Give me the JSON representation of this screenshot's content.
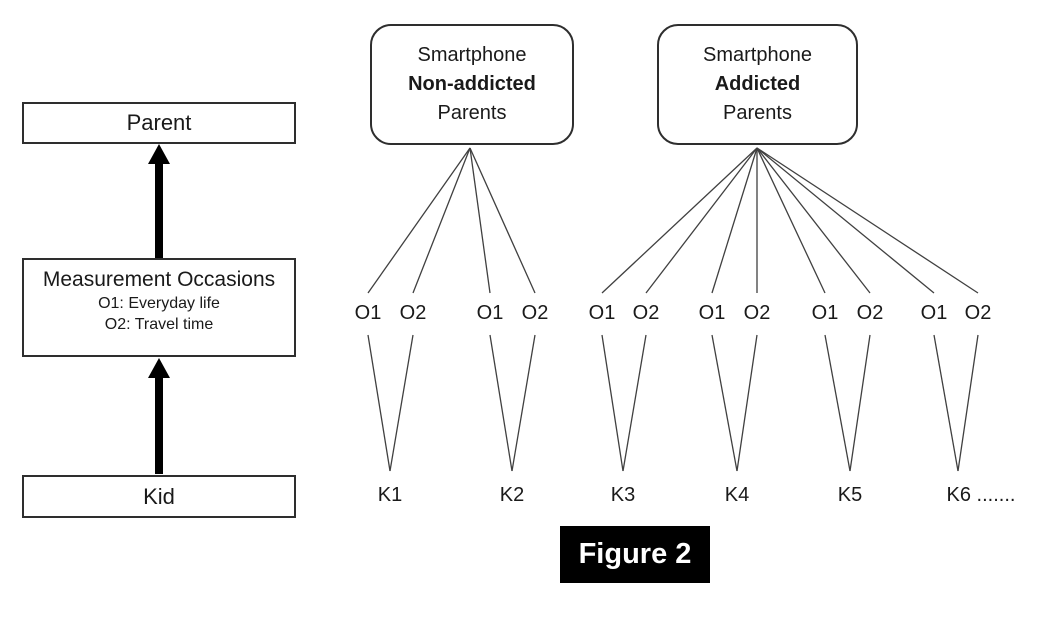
{
  "figure": {
    "caption": "Figure 2"
  },
  "left_panel": {
    "parent": "Parent",
    "measurement": {
      "title": "Measurement Occasions",
      "items": [
        "O1: Everyday life",
        "O2: Travel time"
      ]
    },
    "kid": "Kid"
  },
  "trees": [
    {
      "name": "smartphone-non-addicted-parents",
      "title": [
        "Smartphone",
        "Non-addicted",
        "Parents"
      ],
      "occasions": [
        "O1",
        "O2",
        "O1",
        "O2"
      ],
      "kids": [
        "K1",
        "K2"
      ]
    },
    {
      "name": "smartphone-addicted-parents",
      "title": [
        "Smartphone",
        "Addicted",
        "Parents"
      ],
      "occasions": [
        "O1",
        "O2",
        "O1",
        "O2",
        "O1",
        "O2",
        "O1",
        "O2"
      ],
      "kids": [
        "K3",
        "K4",
        "K5",
        "K6 ......."
      ]
    }
  ],
  "colors": {
    "line": "#404040",
    "border": "#2e2e2e",
    "arrow": "#000000",
    "text": "#1a1a1a",
    "caption_bg": "#000000",
    "caption_fg": "#ffffff",
    "background": "#ffffff"
  }
}
